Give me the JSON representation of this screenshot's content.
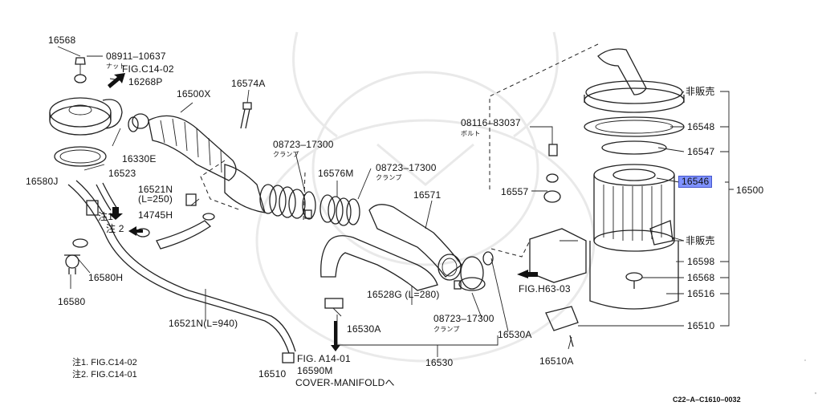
{
  "labels": {
    "l16568_top": "16568",
    "l08911": "08911–10637",
    "l08911_sub": "ナット",
    "lfigc14": "FIG.C14-02",
    "l16268p": "16268P",
    "l16500x": "16500X",
    "l16574a": "16574A",
    "l16330e": "16330E",
    "l16523": "16523",
    "l16580j": "16580J",
    "l16521n": "16521N",
    "l16521n_len": "(L=250)",
    "l_note2": "注 2",
    "l_note1": "注1",
    "l14745h": "14745H",
    "l08723a": "08723–17300",
    "l08723a_sub": "クランプ",
    "l16576m": "16576M",
    "l08723b": "08723–17300",
    "l08723b_sub": "クランプ",
    "l16571": "16571",
    "l08116": "08116–83037",
    "l08116_sub": "ボルト",
    "l16557": "16557",
    "l16580h": "16580H",
    "l16580": "16580",
    "l16521n940": "16521N(L=940)",
    "l16528g": "16528G (L=280)",
    "l16530a_left": "16530A",
    "l08723c": "08723–17300",
    "l08723c_sub": "クランプ",
    "l16530a_right": "16530A",
    "lfigh63": "FIG.H63-03",
    "l16530": "16530",
    "l16510a": "16510A",
    "l16510_bottom": "16510",
    "lfiga14": "FIG. A14-01",
    "l16590m": "16590M",
    "lcover": "COVER-MANIFOLDへ",
    "r_hanbai1": "非販売",
    "r16548": "16548",
    "r16547": "16547",
    "r16546": "16546",
    "r16500": "16500",
    "r_hanbai2": "非販売",
    "r16598": "16598",
    "r16568": "16568",
    "r16516": "16516",
    "r16510": "16510"
  },
  "notes": {
    "n1": "注1. FIG.C14-02",
    "n2": "注2. FIG.C14-01"
  },
  "diagram_code": "C22–A–C1610–0032",
  "highlighted_part": "16546",
  "colors": {
    "highlight": "#7f92ff",
    "ink": "#222222"
  }
}
